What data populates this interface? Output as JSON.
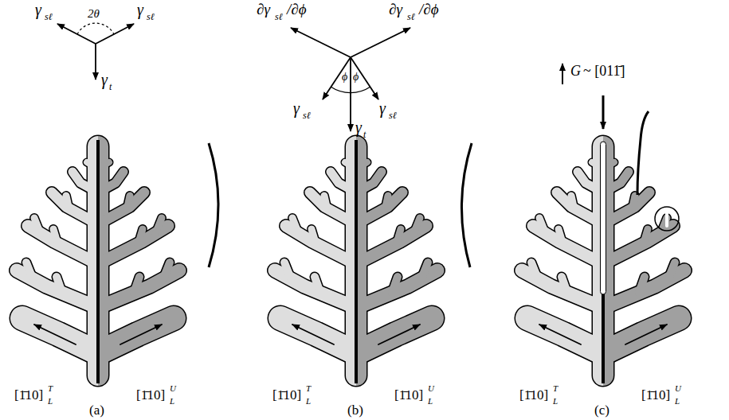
{
  "diagram": {
    "labels": [
      "γ",
      "sℓ",
      "γ",
      "sℓ",
      "2θ",
      "γ",
      "t",
      "∂γ",
      "sℓ",
      "/∂ϕ",
      "∂γ",
      "sℓ",
      "/∂ϕ",
      "ϕ",
      "ϕ",
      "γ",
      "sℓ",
      "γ",
      "sℓ",
      "γ",
      "t",
      "G",
      "~ [011̄]",
      "[1̄10]",
      "L",
      "T",
      "[1̄10]",
      "L",
      "U",
      "[1̄10]",
      "L",
      "T",
      "[1̄10]",
      "L",
      "U",
      "[1̄10]",
      "L",
      "T",
      "[1̄10]",
      "L",
      "U",
      "(a)",
      "(b)",
      "(c)"
    ]
  }
}
